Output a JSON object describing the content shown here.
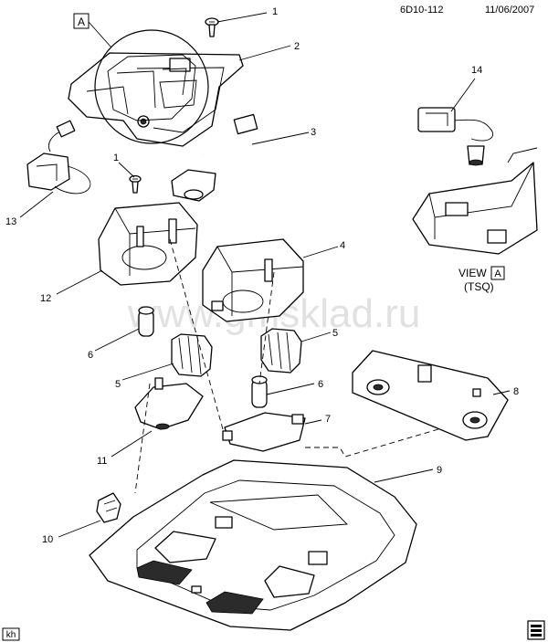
{
  "header": {
    "doc_code": "6D10-112",
    "doc_date": "11/06/2007"
  },
  "view_label": {
    "word": "VIEW",
    "letter": "A",
    "variant": "(TSQ)"
  },
  "detail_tag": "A",
  "watermark": "www.gmsklad.ru",
  "footer": {
    "initials": "kh"
  },
  "callouts": {
    "c1a": "1",
    "c2": "2",
    "c3": "3",
    "c1b": "1",
    "c4": "4",
    "c5a": "5",
    "c5b": "5",
    "c6a": "6",
    "c6b": "6",
    "c7": "7",
    "c8": "8",
    "c9": "9",
    "c10": "10",
    "c11": "11",
    "c12": "12",
    "c13": "13",
    "c14": "14"
  }
}
